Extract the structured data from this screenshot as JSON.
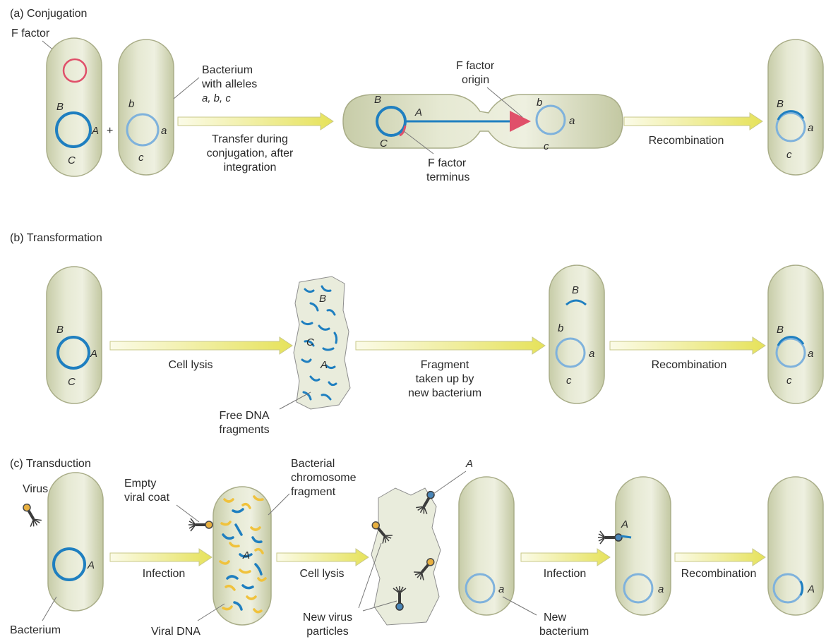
{
  "sections": {
    "conjugation": "(a)  Conjugation",
    "transformation": "(b)  Transformation",
    "transduction": "(c)  Transduction"
  },
  "labels": {
    "f_factor": "F factor",
    "bacterium_with": "Bacterium",
    "with_alleles": "with alleles",
    "alleles_list": "a, b, c",
    "transfer_1": "Transfer during",
    "transfer_2": "conjugation, after",
    "transfer_3": "integration",
    "f_origin_1": "F factor",
    "f_origin_2": "origin",
    "f_term_1": "F factor",
    "f_term_2": "terminus",
    "recombination": "Recombination",
    "plus": "+",
    "cell_lysis": "Cell lysis",
    "fragment_1": "Fragment",
    "fragment_2": "taken up by",
    "fragment_3": "new bacterium",
    "free_dna_1": "Free DNA",
    "free_dna_2": "fragments",
    "virus": "Virus",
    "bacterium": "Bacterium",
    "empty_coat_1": "Empty",
    "empty_coat_2": "viral coat",
    "chrom_frag_1": "Bacterial",
    "chrom_frag_2": "chromosome",
    "chrom_frag_3": "fragment",
    "infection": "Infection",
    "viral_dna": "Viral DNA",
    "new_virus_1": "New virus",
    "new_virus_2": "particles",
    "new_bact_1": "New",
    "new_bact_2": "bacterium"
  },
  "alleles": {
    "A": "A",
    "B": "B",
    "C": "C",
    "a": "a",
    "b": "b",
    "c": "c"
  },
  "colors": {
    "cell_fill": "#dfe3c8",
    "cell_edge": "#a9ad88",
    "donor_dna": "#1f7fc0",
    "recipient_dna": "#7fb2dc",
    "f_factor": "#e0506a",
    "arrow": "#e6e25a",
    "viral_dna": "#f0c23c"
  }
}
